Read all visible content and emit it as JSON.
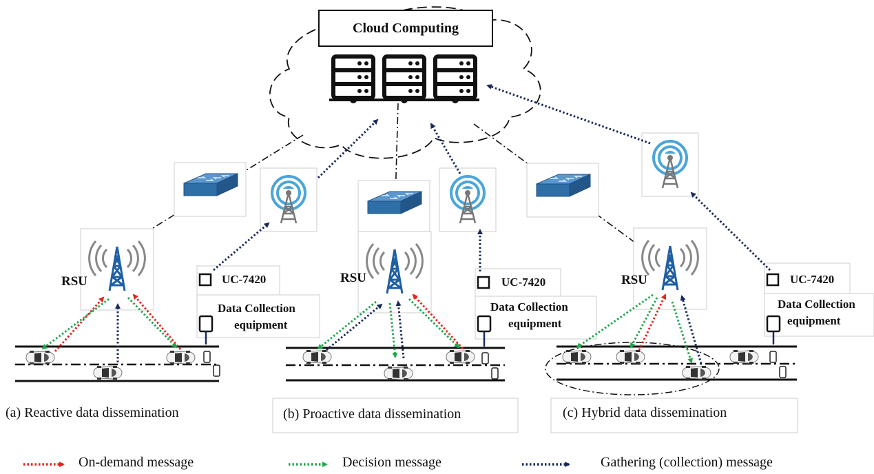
{
  "cloud": {
    "title": "Cloud Computing"
  },
  "sections": [
    {
      "rsu_label": "RSU",
      "device_label": "UC-7420",
      "equipment_line1": "Data Collection",
      "equipment_line2": "equipment",
      "caption": "(a) Reactive data dissemination"
    },
    {
      "rsu_label": "RSU",
      "device_label": "UC-7420",
      "equipment_line1": "Data Collection",
      "equipment_line2": "equipment",
      "caption": "(b) Proactive data dissemination"
    },
    {
      "rsu_label": "RSU",
      "device_label": "UC-7420",
      "equipment_line1": "Data Collection",
      "equipment_line2": "equipment",
      "caption": "(c) Hybrid data dissemination"
    }
  ],
  "legend": [
    {
      "label": "On-demand message",
      "color": "#e8231f"
    },
    {
      "label": "Decision message",
      "color": "#1fa84a"
    },
    {
      "label": "Gathering (collection) message",
      "color": "#1b2a5c"
    }
  ],
  "icons": {
    "server": "server-rack-icon",
    "switch": "network-switch-icon",
    "antenna": "wireless-antenna-icon",
    "rsu": "rsu-tower-icon",
    "car": "car-icon",
    "device": "data-collection-device-icon"
  },
  "colors": {
    "on_demand": "#e8231f",
    "decision": "#1fa84a",
    "gathering": "#1b2a5c",
    "antenna": "#4aa6d8",
    "switch": "#2f6fa8"
  }
}
